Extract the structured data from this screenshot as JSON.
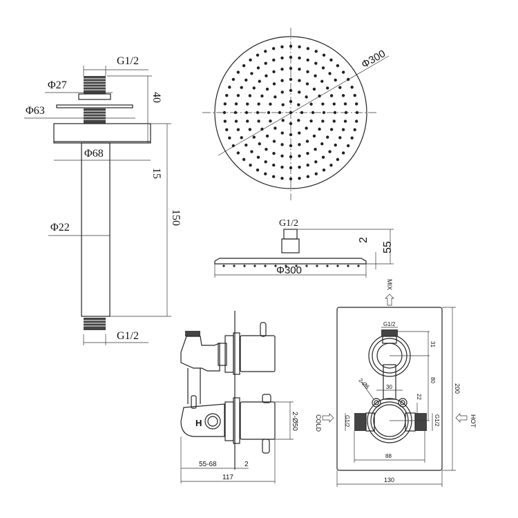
{
  "drawing": {
    "type": "technical-dimension-drawing",
    "subject": "Thermostatic shower valve with ceiling arm and round shower head",
    "units": "mm"
  },
  "ceiling_arm": {
    "top_thread_label": "G1/2",
    "thread_dia_label": "Φ27",
    "flange_dia_label": "Φ63",
    "canopy_dia_label": "Φ68",
    "pipe_dia_label": "Φ22",
    "bottom_thread_label": "G1/2",
    "height_top_label": "40",
    "canopy_height_label": "15",
    "length_label": "150"
  },
  "shower_head_top": {
    "diameter_label": "Φ300"
  },
  "shower_head_side": {
    "thread_label": "G1/2",
    "diameter_label": "Φ300",
    "thickness_label": "2",
    "height_label": "55"
  },
  "valve_side": {
    "depth_range_label": "55-68",
    "plate_thickness_label": "2",
    "total_depth_label": "117",
    "handle_dia_label": "2-Ø50",
    "hot_marker": "H"
  },
  "valve_front": {
    "mix_label": "MIX",
    "cold_label": "COLD",
    "hot_label": "HOT",
    "outlet_thread_label": "G1/2",
    "inlet_left_thread_label": "G1/2",
    "inlet_right_thread_label": "G1/2",
    "mounting_holes_label": "2-Ø6",
    "hole_spacing_label": "30",
    "offset_label": "22",
    "outlet_offset_label": "31",
    "center_distance_label": "80",
    "inlet_spacing_label": "88",
    "plate_width_label": "130",
    "plate_height_label": "200"
  }
}
